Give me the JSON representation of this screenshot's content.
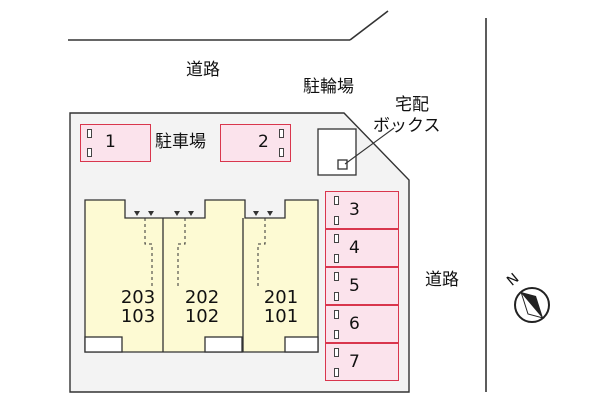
{
  "roads": {
    "top_label": "道路",
    "right_label": "道路"
  },
  "facilities": {
    "bicycle_parking_label": "駐輪場",
    "delivery_box_label_line1": "宅配",
    "delivery_box_label_line2": "ボックス",
    "car_parking_label": "駐車場"
  },
  "parking_spaces": [
    {
      "number": "1"
    },
    {
      "number": "2"
    },
    {
      "number": "3"
    },
    {
      "number": "4"
    },
    {
      "number": "5"
    },
    {
      "number": "6"
    },
    {
      "number": "7"
    }
  ],
  "units": [
    {
      "upper": "203",
      "lower": "103"
    },
    {
      "upper": "202",
      "lower": "102"
    },
    {
      "upper": "201",
      "lower": "101"
    }
  ],
  "compass": {
    "label": "N"
  },
  "colors": {
    "lot_fill": "#f3f3f3",
    "building_fill": "#fdfad3",
    "parking_fill": "#fbe3ec",
    "parking_border": "#d9364d",
    "line": "#333333"
  }
}
